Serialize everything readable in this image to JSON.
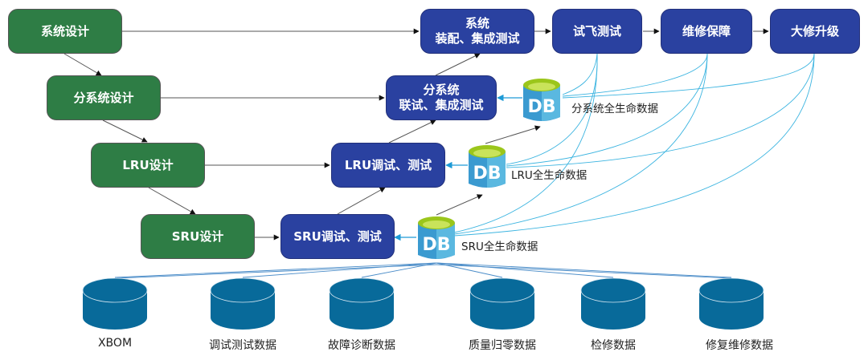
{
  "diagram": {
    "design_nodes": [
      {
        "id": "sys-design",
        "label": "系统设计"
      },
      {
        "id": "subsys-design",
        "label": "分系统设计"
      },
      {
        "id": "lru-design",
        "label": "LRU设计"
      },
      {
        "id": "sru-design",
        "label": "SRU设计"
      }
    ],
    "test_nodes": [
      {
        "id": "sys-assembly",
        "line1": "系统",
        "line2": "装配、集成测试"
      },
      {
        "id": "subsys-test",
        "line1": "分系统",
        "line2": "联试、集成测试"
      },
      {
        "id": "lru-test",
        "label": "LRU调试、测试"
      },
      {
        "id": "sru-test",
        "label": "SRU调试、测试"
      }
    ],
    "lifecycle_nodes": [
      {
        "id": "flight-test",
        "label": "试飞测试"
      },
      {
        "id": "maintenance",
        "label": "维修保障"
      },
      {
        "id": "overhaul",
        "label": "大修升级"
      }
    ],
    "lifecycle_databases": [
      {
        "id": "subsys-db",
        "icon_text": "DB",
        "label": "分系统全生命数据"
      },
      {
        "id": "lru-db",
        "icon_text": "DB",
        "label": "LRU全生命数据"
      },
      {
        "id": "sru-db",
        "icon_text": "DB",
        "label": "SRU全生命数据"
      }
    ],
    "data_stores": [
      {
        "id": "xbom",
        "label": "XBOM"
      },
      {
        "id": "debug-test-data",
        "label": "调试测试数据"
      },
      {
        "id": "fault-diag-data",
        "label": "故障诊断数据"
      },
      {
        "id": "quality-zero-data",
        "label": "质量归零数据"
      },
      {
        "id": "inspection-data",
        "label": "检修数据"
      },
      {
        "id": "repair-maint-data",
        "label": "修复维修数据"
      }
    ],
    "colors": {
      "design_fill": "#2e7d45",
      "test_fill": "#2a41a0",
      "db_icon_blue": "#3a9ad0",
      "db_icon_top": "#9bc61b",
      "store_fill": "#086a9a",
      "data_link": "#3bb4e0"
    }
  }
}
